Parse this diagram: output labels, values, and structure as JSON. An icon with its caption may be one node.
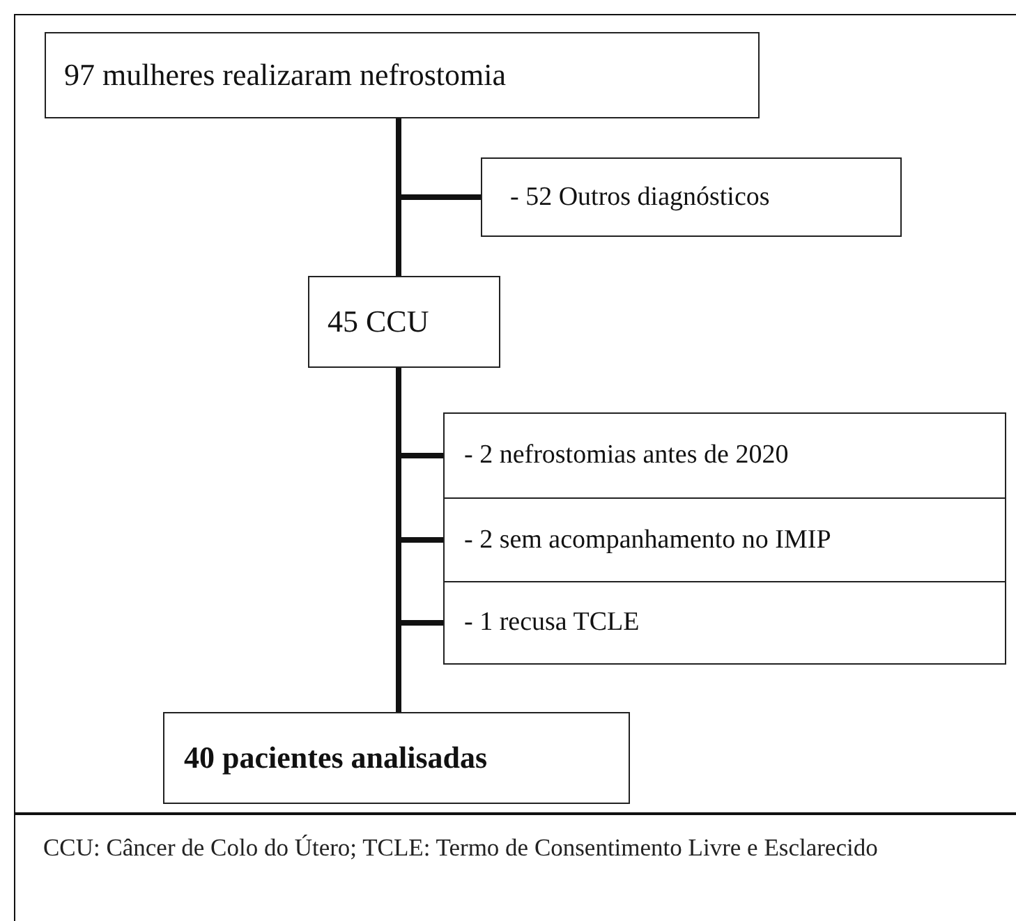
{
  "diagram": {
    "caption": "CCU: Câncer de Colo do Útero; TCLE: Termo de Consentimento Livre e Esclarecido",
    "nodes": [
      {
        "text": [
          "97 mulheres realizaram nefrostomia"
        ]
      },
      {
        "text": [
          "- 52 Outros diagnósticos"
        ]
      },
      {
        "text": [
          "45 CCU"
        ]
      },
      {
        "text": [
          "- 2 nefrostomias antes de 2020"
        ]
      },
      {
        "text": [
          "- 2 sem acompanhamento no IMIP"
        ]
      },
      {
        "text": [
          "- 1 recusa TCLE"
        ]
      },
      {
        "text": [
          "40 pacientes analisadas"
        ]
      }
    ],
    "edges": [
      {
        "from": 0,
        "to": 2,
        "arrow": "none"
      },
      {
        "from": 0,
        "to": 1,
        "arrow": "none"
      },
      {
        "from": 2,
        "to": 3,
        "arrow": "none"
      },
      {
        "from": 2,
        "to": 4,
        "arrow": "none"
      },
      {
        "from": 2,
        "to": 5,
        "arrow": "none"
      },
      {
        "from": 2,
        "to": 6,
        "arrow": "none"
      }
    ]
  }
}
